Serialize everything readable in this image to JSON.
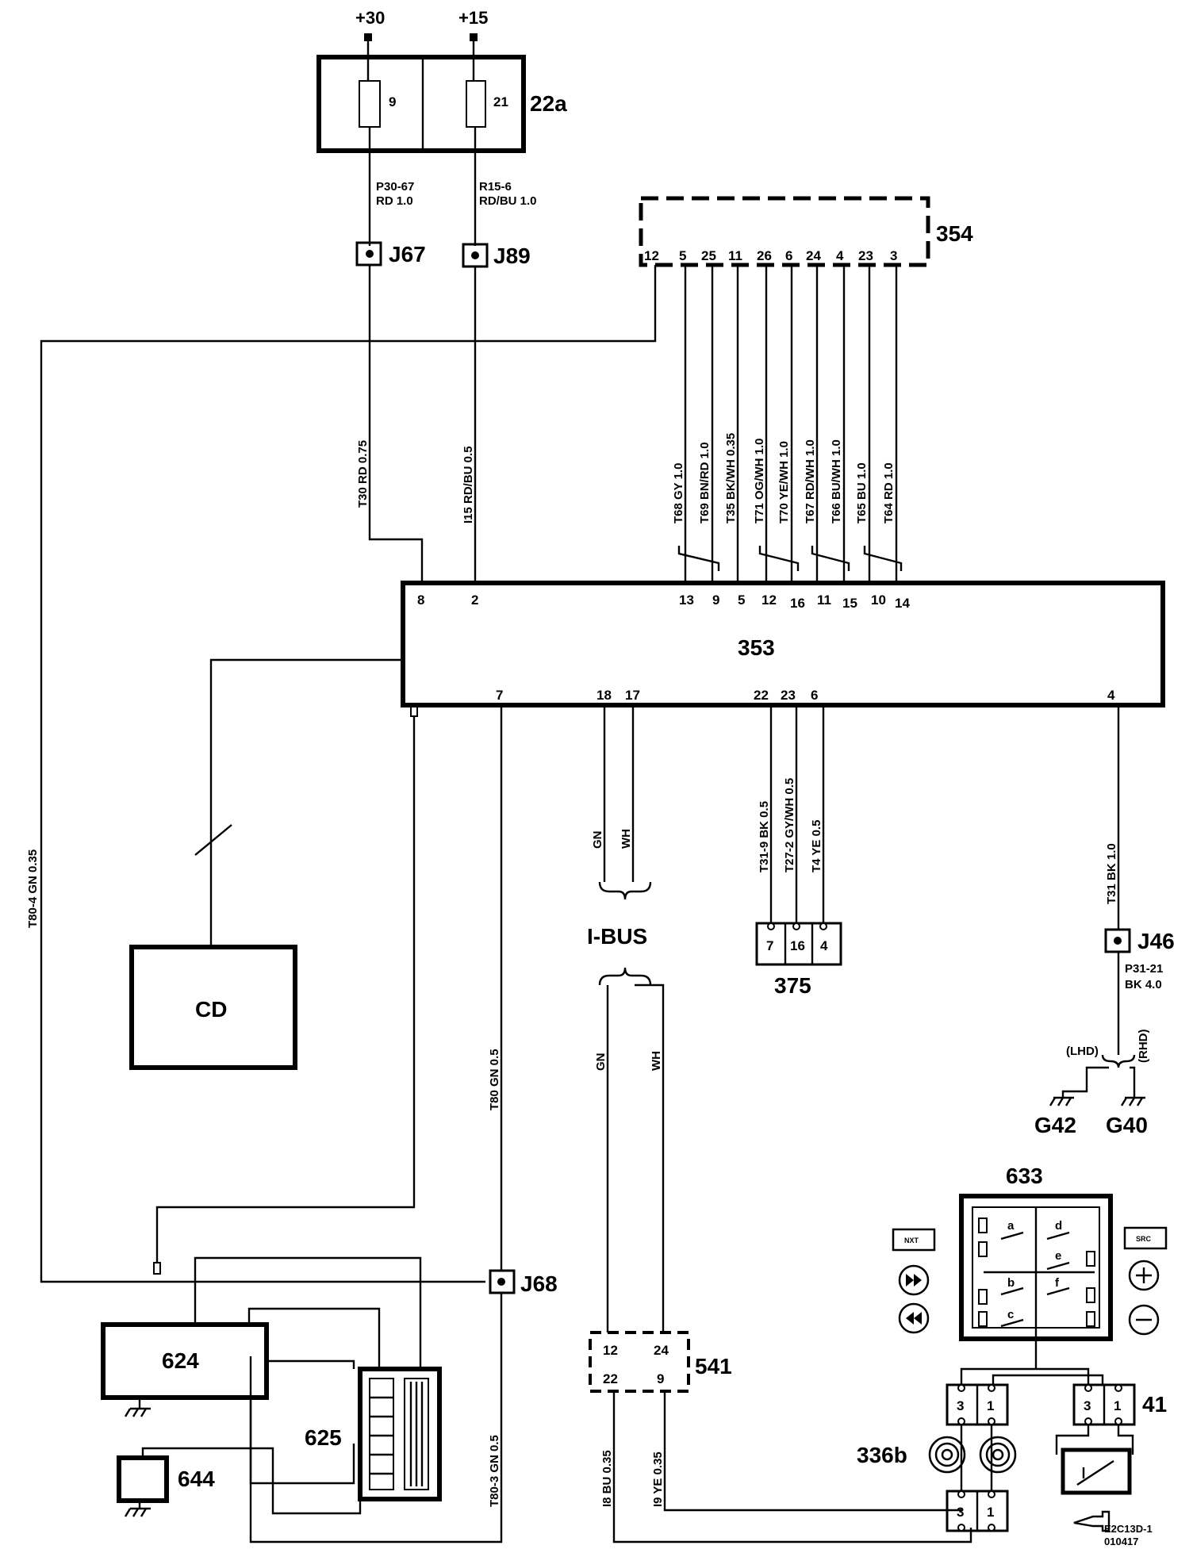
{
  "supply": {
    "p30": "+30",
    "p15": "+15"
  },
  "fusebox": {
    "id": "22a",
    "fuse1": "9",
    "fuse2": "21"
  },
  "wires_top": {
    "left": [
      "P30-67",
      "RD  1.0"
    ],
    "right": [
      "R15-6",
      "RD/BU  1.0"
    ]
  },
  "junctions": {
    "j67": "J67",
    "j89": "J89",
    "j46": "J46",
    "j68": "J68"
  },
  "module_354": {
    "id": "354",
    "pins": [
      "12",
      "5",
      "25",
      "11",
      "26",
      "6",
      "24",
      "4",
      "23",
      "3"
    ]
  },
  "module_353": {
    "id": "353",
    "top_pins": [
      "8",
      "2",
      "13",
      "9",
      "5",
      "12",
      "16",
      "11",
      "15",
      "10",
      "14"
    ],
    "bottom_pins": [
      "7",
      "18",
      "17",
      "22",
      "23",
      "6",
      "4"
    ]
  },
  "wire_labels": {
    "t30": "T30   RD   0.75",
    "i15": "I15  RD/BU  0.5",
    "t80_4": "T80-4   GN   0.35",
    "harness": [
      "T68    GY    1.0",
      "T69   BN/RD  1.0",
      "T35   BK/WH  0.35",
      "T71   OG/WH  1.0",
      "T70   YE/WH  1.0",
      "T67   RD/WH  1.0",
      "T66   BU/WH  1.0",
      "T65    BU    1.0",
      "T64    RD    1.0"
    ],
    "gn": "GN",
    "wh": "WH",
    "t31_9": "T31-9  BK   0.5",
    "t27_2": "T27-2  GY/WH  0.5",
    "t4": "T4    YE    0.5",
    "t31": "T31   BK   1.0",
    "p31_21": [
      "P31-21",
      "BK 4.0"
    ],
    "t80": "T80   GN   0.5",
    "t80_3": "T80-3   GN   0.5",
    "i8": "I8   BU   0.35",
    "i9": "I9   YE   0.35"
  },
  "ibus": "I-BUS",
  "connector_375": {
    "id": "375",
    "pins": [
      "7",
      "16",
      "4"
    ]
  },
  "grounds": {
    "lhd": "(LHD)",
    "rhd": "(RHD)",
    "g42": "G42",
    "g40": "G40"
  },
  "cd": "CD",
  "comp_624": "624",
  "comp_625": "625",
  "comp_644": "644",
  "connector_541": {
    "id": "541",
    "pins": [
      "12",
      "24",
      "22",
      "9"
    ]
  },
  "switch_633": {
    "id": "633",
    "contacts": [
      "a",
      "b",
      "c",
      "d",
      "e",
      "f"
    ],
    "buttons": {
      "nxt": "NXT",
      "src": "SRC",
      "plus": "+",
      "minus": "−"
    }
  },
  "horn": {
    "id": "336b",
    "pins": [
      "3",
      "1"
    ]
  },
  "relay_41": {
    "id": "41",
    "pins": [
      "3",
      "1"
    ]
  },
  "diagram_code": [
    "E2C13D-1",
    "010417"
  ]
}
